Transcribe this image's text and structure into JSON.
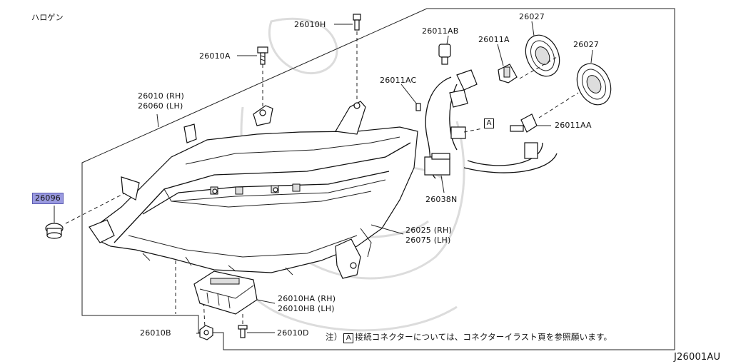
{
  "diagram": {
    "section_title": "ハロゲン",
    "diagram_code": "J26001AU",
    "note": {
      "prefix": "注）",
      "box_letter": "A",
      "text": "接続コネクターについては、コネクターイラスト頁を参照願います。"
    },
    "connector_callout": "A",
    "parts": {
      "p26010H": "26010H",
      "p26010A": "26010A",
      "p26010_rh": "26010 (RH)",
      "p26060_lh": "26060 (LH)",
      "p26096": "26096",
      "p26011AB": "26011AB",
      "p26011A": "26011A",
      "p26027_a": "26027",
      "p26027_b": "26027",
      "p26011AC": "26011AC",
      "p26011AA": "26011AA",
      "p26038N": "26038N",
      "p26025_rh": "26025 (RH)",
      "p26075_lh": "26075 (LH)",
      "p26010HA_rh": "26010HA (RH)",
      "p26010HB_lh": "26010HB (LH)",
      "p26010B": "26010B",
      "p26010D": "26010D"
    },
    "highlight_color": "#9a9ae0"
  }
}
